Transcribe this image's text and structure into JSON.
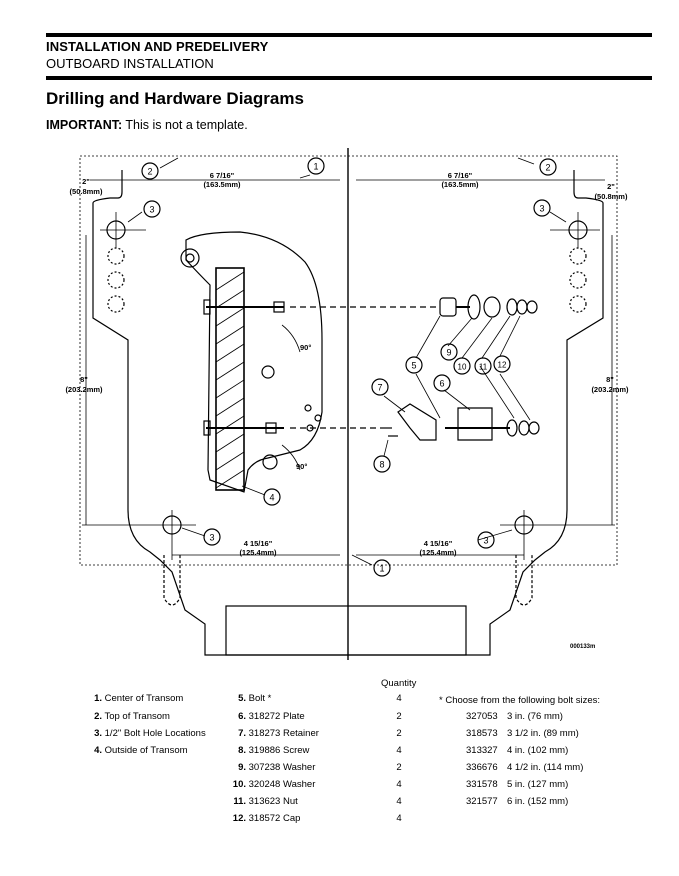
{
  "header": {
    "section": "INSTALLATION AND PREDELIVERY",
    "subsection": "OUTBOARD INSTALLATION"
  },
  "page_title": "Drilling and Hardware Diagrams",
  "important": {
    "label": "IMPORTANT:",
    "text": "This is not a template."
  },
  "diagram": {
    "dim_top_left": "6 7/16\"",
    "dim_top_left_mm": "(163.5mm)",
    "dim_top_right": "6 7/16\"",
    "dim_top_right_mm": "(163.5mm)",
    "dim_side_left": "2\"",
    "dim_side_left_mm": "(50.8mm)",
    "dim_side_right": "2\"",
    "dim_side_right_mm": "(50.8mm)",
    "dim_height_left": "8\"",
    "dim_height_left_mm": "(203.2mm)",
    "dim_height_right": "8\"",
    "dim_height_right_mm": "(203.2mm)",
    "dim_bot_left": "4 15/16\"",
    "dim_bot_left_mm": "(125.4mm)",
    "dim_bot_right": "4 15/16\"",
    "dim_bot_right_mm": "(125.4mm)",
    "angle_1": "90°",
    "angle_2": "90°",
    "figure_id": "000133m",
    "callouts": [
      "1",
      "2",
      "2",
      "3",
      "3",
      "3",
      "3",
      "4",
      "5",
      "6",
      "7",
      "8",
      "9",
      "10",
      "11",
      "12",
      "1"
    ]
  },
  "legend": {
    "quantity_header": "Quantity",
    "col1": [
      {
        "n": "1.",
        "label": "Center of Transom"
      },
      {
        "n": "2.",
        "label": "Top of Transom"
      },
      {
        "n": "3.",
        "label": "1/2\" Bolt Hole Locations"
      },
      {
        "n": "4.",
        "label": "Outside of Transom"
      }
    ],
    "col2": [
      {
        "n": "5.",
        "label": "Bolt *",
        "qty": "4"
      },
      {
        "n": "6.",
        "label": "318272 Plate",
        "qty": "2"
      },
      {
        "n": "7.",
        "label": "318273 Retainer",
        "qty": "2"
      },
      {
        "n": "8.",
        "label": "319886 Screw",
        "qty": "4"
      },
      {
        "n": "9.",
        "label": "307238 Washer",
        "qty": "2"
      },
      {
        "n": "10.",
        "label": "320248 Washer",
        "qty": "4"
      },
      {
        "n": "11.",
        "label": "313623 Nut",
        "qty": "4"
      },
      {
        "n": "12.",
        "label": "318572 Cap",
        "qty": "4"
      }
    ],
    "bolt_note": "* Choose from the following bolt sizes:",
    "bolts": [
      {
        "part": "327053",
        "size": "3 in. (76 mm)"
      },
      {
        "part": "318573",
        "size": "3 1/2 in. (89 mm)"
      },
      {
        "part": "313327",
        "size": "4 in. (102 mm)"
      },
      {
        "part": "336676",
        "size": "4 1/2 in. (114 mm)"
      },
      {
        "part": "331578",
        "size": "5 in. (127 mm)"
      },
      {
        "part": "321577",
        "size": "6 in. (152 mm)"
      }
    ]
  }
}
